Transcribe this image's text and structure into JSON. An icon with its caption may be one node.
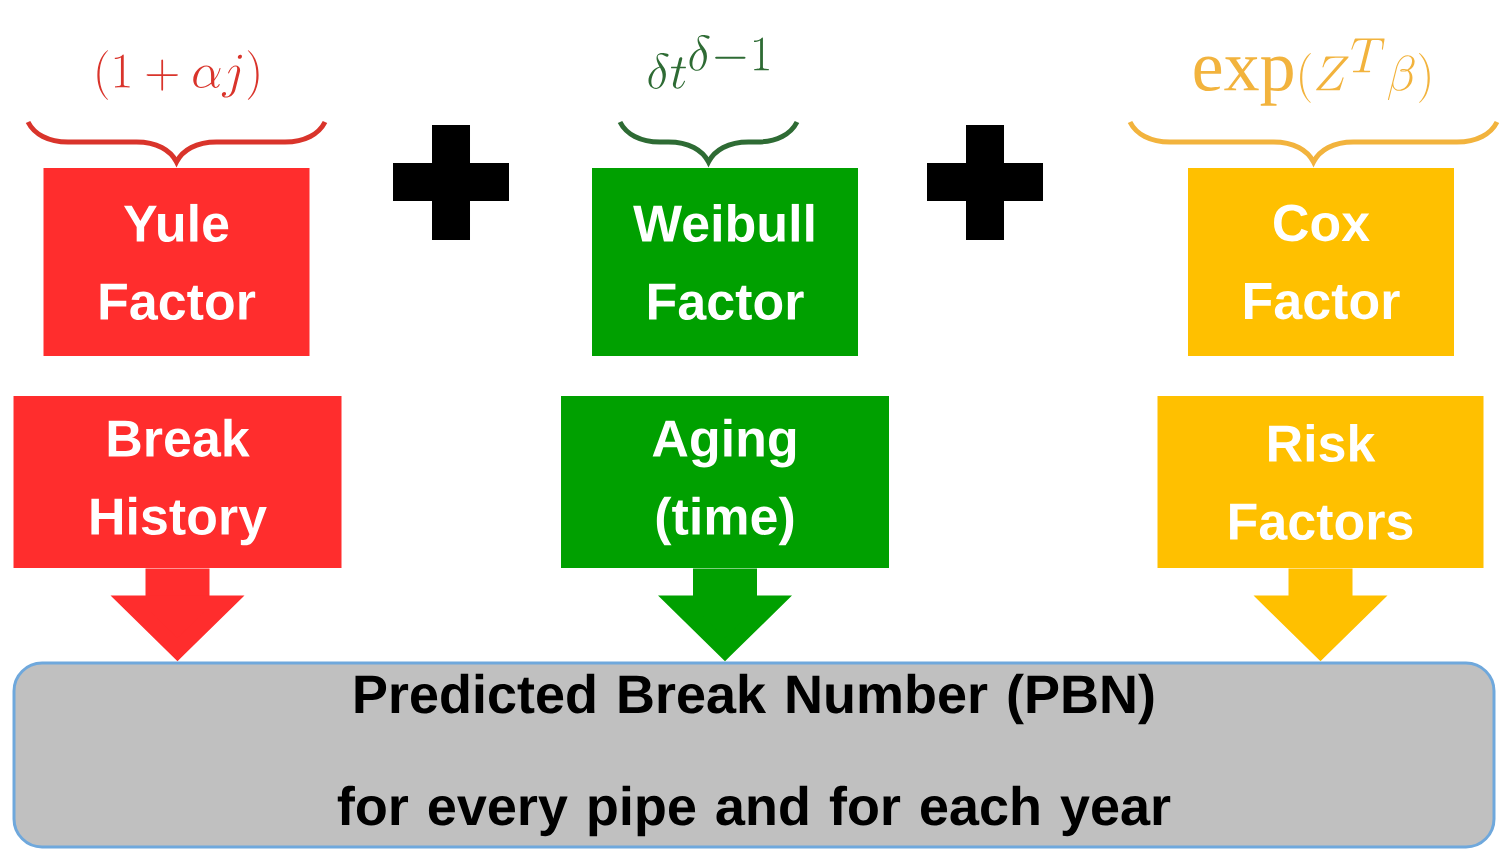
{
  "diagram": {
    "nodes": [
      {
        "text": [
          "Yule Factor"
        ],
        "beside": [
          "(1+\\alpha j)"
        ]
      },
      {
        "text": [
          "Weibull Factor"
        ],
        "beside": [
          "\\delta t^{\\delta-1}"
        ]
      },
      {
        "text": [
          "Cox Factor"
        ],
        "beside": [
          "\\exp(Z^T\\beta)"
        ]
      },
      {
        "text": [
          "Break History"
        ]
      },
      {
        "text": [
          "Aging (time)"
        ]
      },
      {
        "text": [
          "Risk Factors"
        ]
      },
      {
        "text": [
          "Predicted Break Number  (PBN)",
          "for every pipe and for each year"
        ]
      }
    ],
    "edges": [
      {
        "from": 3,
        "to": 6,
        "arrow": "to",
        "color": "#ff2d2d"
      },
      {
        "from": 4,
        "to": 6,
        "arrow": "to",
        "color": "#00a000"
      },
      {
        "from": 5,
        "to": 6,
        "arrow": "to",
        "color": "#ffc000"
      }
    ]
  }
}
